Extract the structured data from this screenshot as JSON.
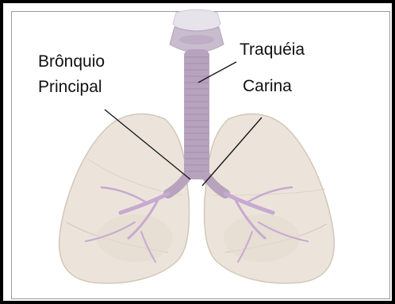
{
  "labels": {
    "bronquio_line1": "Brônquio",
    "bronquio_line2": "Principal",
    "traqueia": "Traquéia",
    "carina": "Carina"
  },
  "colors": {
    "lung_fill": "#ece4da",
    "lung_shadow": "#ddd2c6",
    "trachea": "#b7a3bd",
    "trachea_ring": "#9f88a8",
    "bronchi": "#c7a9d1",
    "frame_border": "#000000",
    "pointer_line": "#1a1a1a"
  }
}
